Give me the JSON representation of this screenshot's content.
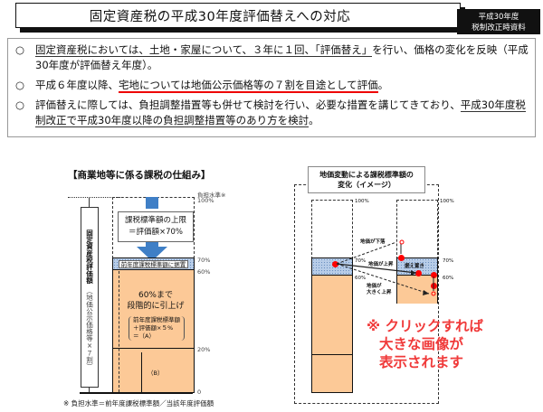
{
  "header": {
    "title": "固定資産税の平成30年度評価替えへの対応",
    "badge_line1": "平成30年度",
    "badge_line2": "税制改正時資料"
  },
  "summary": {
    "bullet_mark": "○",
    "items": [
      {
        "pre": "",
        "underlined": "固定資産税においては、土地・家屋について、３年に１回、「評価替え」",
        "post": "を行い、価格の変化を反映（平成30年度が評価替え年度）。"
      },
      {
        "pre": "平成６年度以降、",
        "underlined": "宅地については地価公示価格等の７割を目途として評価",
        "post": "。"
      },
      {
        "pre": "評価替えに際しては、負担調整措置等も併せて検討を行い、必要な措置を講じてきており、",
        "underlined": "平成30年度税制改正で平成30年度以降の負担調整措置等のあり方を検討",
        "post": "。"
      }
    ]
  },
  "left_diagram": {
    "title": "【商業地等に係る課税の仕組み】",
    "axis_header": "負担水準※",
    "fixed_asset_label": "固定資産税評価額",
    "fixed_asset_sub": "（地価公示価格等×７割）",
    "upper_limit_label_1": "課税標準額の上限",
    "upper_limit_label_2": "＝評価額×70%",
    "hatched_label": "前年度課税標準額に据置",
    "raise_1": "60%まで",
    "raise_2": "段階的に引上げ",
    "formula_1": "前年度課税標準額",
    "formula_2": "＋評価額×５%",
    "formula_3": "＝（A）",
    "b_label": "（B）",
    "ticks": [
      "100%",
      "70%",
      "60%",
      "20%",
      "0"
    ],
    "footnote": "※ 負担水準＝前年度課税標準額／当該年度評価額"
  },
  "right_diagram": {
    "title_1": "地価変動による課税標準額の",
    "title_2": "変化（イメージ）",
    "ticks_left": [
      "100%",
      "70%",
      "60%"
    ],
    "ticks_right": [
      "100%",
      "70%",
      "60%"
    ],
    "label_fall": "地価が下落",
    "label_rise": "地価が上昇",
    "label_big_rise_1": "地価が",
    "label_big_rise_2": "大きく上昇",
    "label_hold": "据え置き"
  },
  "click_note": {
    "line1": "※ クリックすれば",
    "line2": "大きな画像が",
    "line3": "表示されます",
    "color": "#f03a3a"
  },
  "colors": {
    "orange_fill": "#fcc997",
    "blue_hatch": "#b8cde8",
    "blue_arrow": "#3f7fc6",
    "red_underline": "#e00000"
  }
}
